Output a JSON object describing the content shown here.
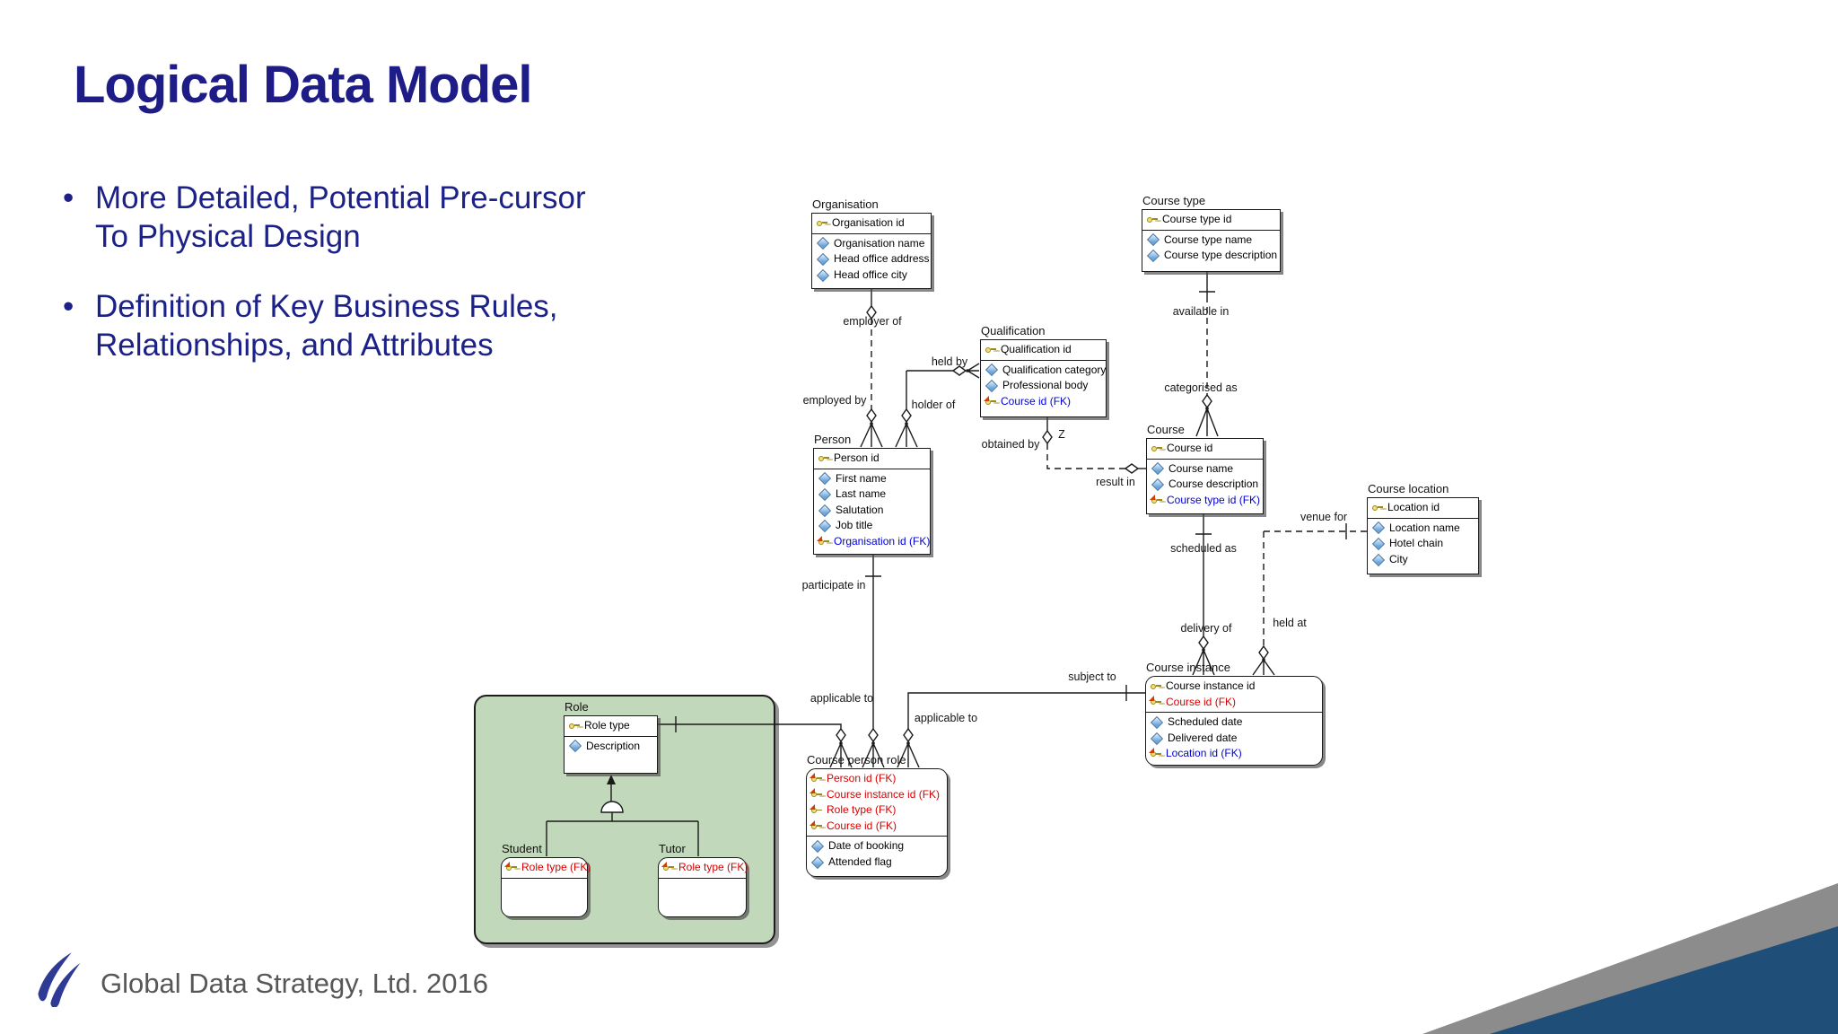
{
  "slide": {
    "title": "Logical Data Model",
    "bullets": [
      "More Detailed, Potential Pre-cursor To Physical Design",
      "Definition of Key Business Rules, Relationships, and Attributes"
    ],
    "footer": "Global Data Strategy, Ltd. 2016"
  },
  "colors": {
    "title_navy": "#1e1c87",
    "bullet_navy": "#1b2187",
    "footer_gray": "#575757",
    "logo_blue": "#2e3a94",
    "corner_gray": "#8c8c8c",
    "corner_blue": "#1f4e79",
    "subject_area_green": "#c2d8ba",
    "fk_blue": "#0000d4",
    "fk_red": "#d40000",
    "pk_key_gold": "#f3dd77",
    "attr_diamond_blue": "#69a4dc"
  },
  "entities": {
    "organisation": {
      "name": "Organisation",
      "keys": [
        "Organisation id"
      ],
      "attrs": [
        "Organisation name",
        "Head office address",
        "Head office city"
      ]
    },
    "course_type": {
      "name": "Course type",
      "keys": [
        "Course type id"
      ],
      "attrs": [
        "Course type name",
        "Course type description"
      ]
    },
    "qualification": {
      "name": "Qualification",
      "keys": [
        "Qualification id"
      ],
      "attrs": [
        "Qualification category",
        "Professional body",
        "Course id (FK)"
      ]
    },
    "person": {
      "name": "Person",
      "keys": [
        "Person id"
      ],
      "attrs": [
        "First name",
        "Last name",
        "Salutation",
        "Job title",
        "Organisation id (FK)"
      ]
    },
    "course": {
      "name": "Course",
      "keys": [
        "Course id"
      ],
      "attrs": [
        "Course name",
        "Course description",
        "Course type id (FK)"
      ]
    },
    "course_location": {
      "name": "Course location",
      "keys": [
        "Location id"
      ],
      "attrs": [
        "Location name",
        "Hotel chain",
        "City"
      ]
    },
    "course_instance": {
      "name": "Course instance",
      "keys": [
        "Course instance id",
        "Course id (FK)"
      ],
      "attrs": [
        "Scheduled date",
        "Delivered date",
        "Location id (FK)"
      ]
    },
    "course_person_role": {
      "name": "Course person role",
      "keys": [
        "Person id (FK)",
        "Course instance id (FK)",
        "Role type (FK)",
        "Course id (FK)"
      ],
      "attrs": [
        "Date of booking",
        "Attended flag"
      ]
    },
    "role": {
      "name": "Role",
      "keys": [
        "Role type"
      ],
      "attrs": [
        "Description"
      ]
    },
    "student": {
      "name": "Student",
      "keys": [
        "Role type (FK)"
      ],
      "attrs": []
    },
    "tutor": {
      "name": "Tutor",
      "keys": [
        "Role type (FK)"
      ],
      "attrs": []
    }
  },
  "rels": {
    "employer_of": "employer of",
    "employed_by": "employed by",
    "held_by": "held by",
    "holder_of": "holder of",
    "obtained_by": "obtained by",
    "zero_or_one": "Z",
    "result_in": "result in",
    "available_in": "available in",
    "categorised_as": "categorised as",
    "scheduled_as": "scheduled as",
    "venue_for": "venue for",
    "delivery_of": "delivery of",
    "held_at": "held at",
    "subject_to": "subject to",
    "participate_in": "participate in",
    "applicable_to_role": "applicable to",
    "applicable_to_instance": "applicable to"
  }
}
